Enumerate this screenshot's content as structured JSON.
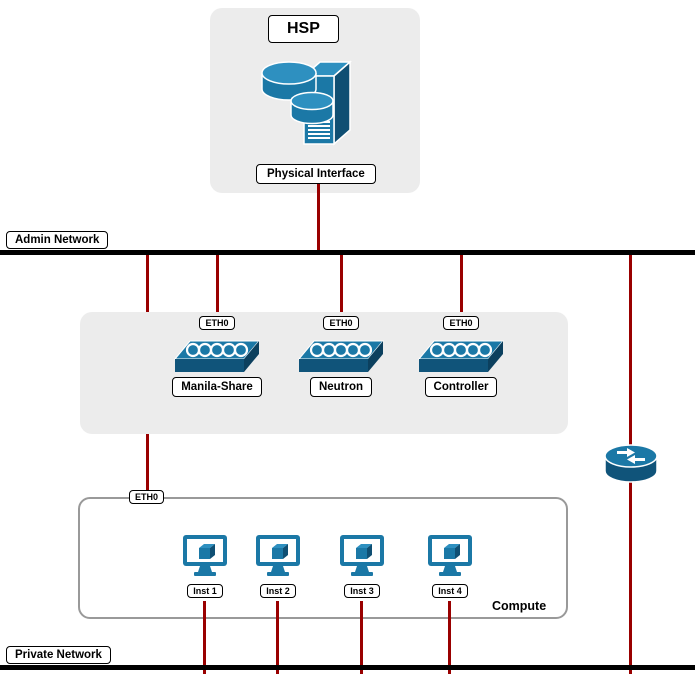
{
  "hsp": {
    "title": "HSP",
    "interface_label": "Physical Interface"
  },
  "networks": {
    "admin": "Admin Network",
    "private": "Private Network"
  },
  "nodes": [
    {
      "eth": "ETH0",
      "label": "Manila-Share"
    },
    {
      "eth": "ETH0",
      "label": "Neutron"
    },
    {
      "eth": "ETH0",
      "label": "Controller"
    }
  ],
  "compute": {
    "eth": "ETH0",
    "label": "Compute",
    "instances": [
      "Inst 1",
      "Inst 2",
      "Inst 3",
      "Inst 4"
    ]
  },
  "colors": {
    "link_red": "#990000",
    "icon_blue": "#1b78a6",
    "panel_gray": "#ececec",
    "network_line": "#000000"
  }
}
